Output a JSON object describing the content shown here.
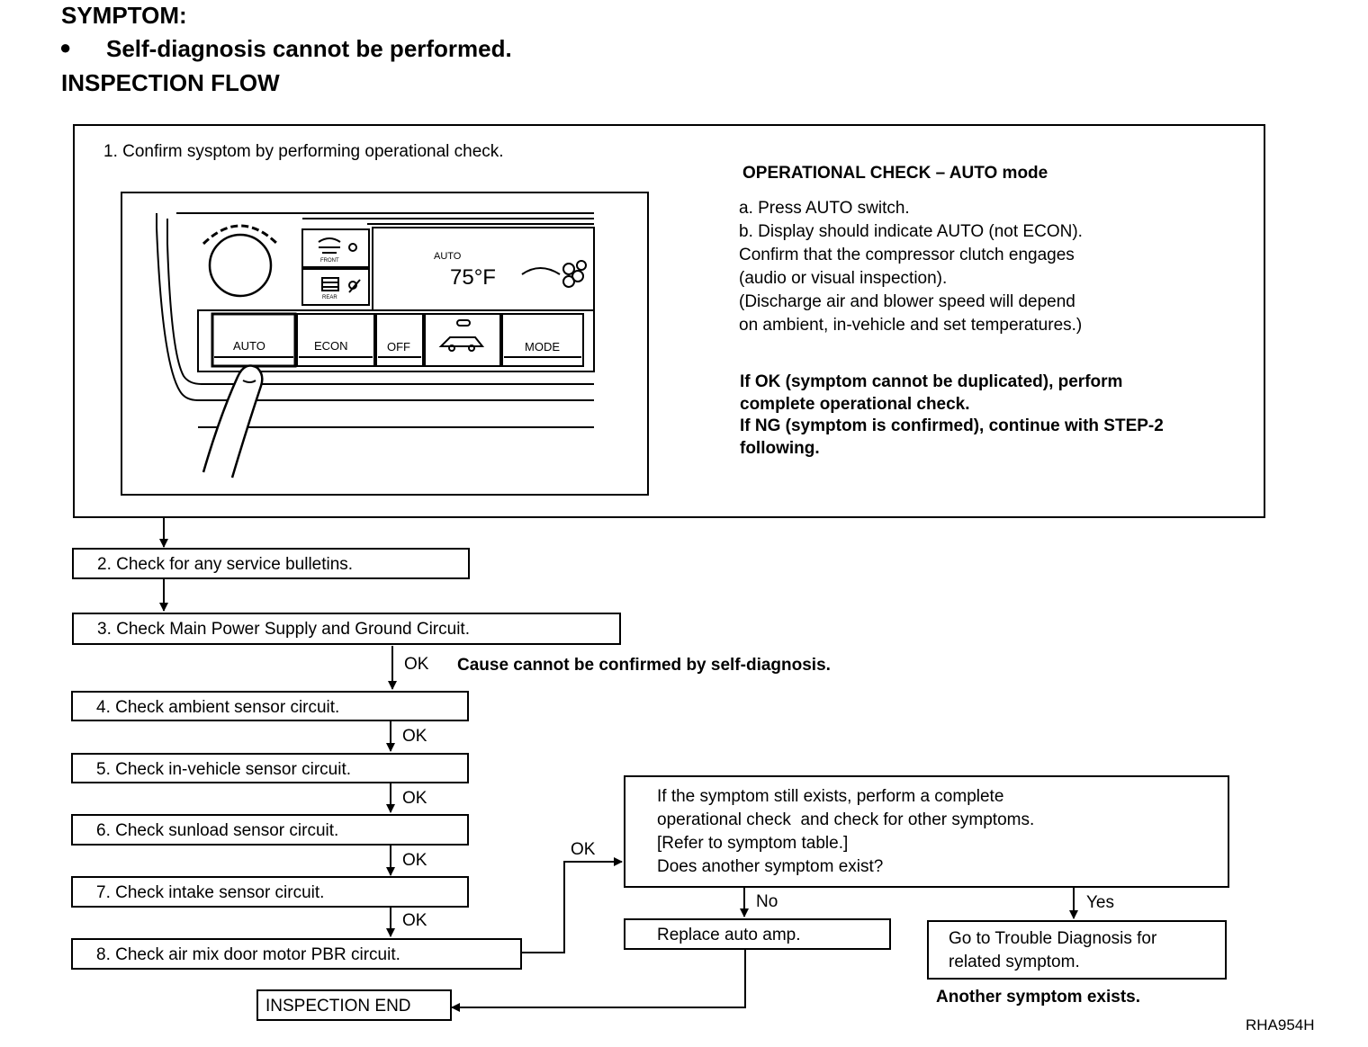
{
  "header": {
    "symptom_title": "SYMPTOM:",
    "bullet": "●",
    "symptom_text": "Self-diagnosis cannot be performed.",
    "flow_title": "INSPECTION FLOW"
  },
  "step1": {
    "title": "1. Confirm sysptom by performing operational check.",
    "check_title": "OPERATIONAL CHECK – AUTO mode",
    "check_lines": [
      "a. Press AUTO switch.",
      "b. Display should indicate AUTO (not ECON).",
      "Confirm that the compressor clutch engages",
      "(audio or visual inspection).",
      "(Discharge air and blower speed will depend",
      "on ambient, in-vehicle and set temperatures.)"
    ],
    "result_lines": [
      "If OK (symptom cannot be duplicated), perform",
      "complete operational check.",
      "If NG (symptom is confirmed), continue with STEP-2",
      "following."
    ]
  },
  "panel": {
    "display_mode": "AUTO",
    "display_temp": "75°F",
    "front_label": "FRONT",
    "rear_label": "REAR",
    "buttons": [
      "AUTO",
      "ECON",
      "OFF",
      "",
      "MODE"
    ]
  },
  "steps": {
    "s2": "2. Check for any service bulletins.",
    "s3": "3. Check Main Power Supply and Ground Circuit.",
    "s4": "4. Check ambient sensor circuit.",
    "s5": "5. Check in-vehicle sensor circuit.",
    "s6": "6. Check sunload sensor circuit.",
    "s7": "7. Check intake sensor circuit.",
    "s8": "8. Check air mix door motor PBR circuit."
  },
  "labels": {
    "ok": "OK",
    "no": "No",
    "yes": "Yes",
    "cause_note": "Cause cannot be confirmed by self-diagnosis.",
    "another_note": "Another symptom exists."
  },
  "decision": {
    "lines": [
      "If the symptom still exists, perform a complete",
      "operational check  and check for other symptoms.",
      "[Refer to symptom table.]",
      "Does another symptom exist?"
    ]
  },
  "outcomes": {
    "replace": "Replace auto amp.",
    "goto_lines": [
      "Go to Trouble Diagnosis for",
      "related symptom."
    ],
    "end": "INSPECTION END"
  },
  "figure_code": "RHA954H"
}
